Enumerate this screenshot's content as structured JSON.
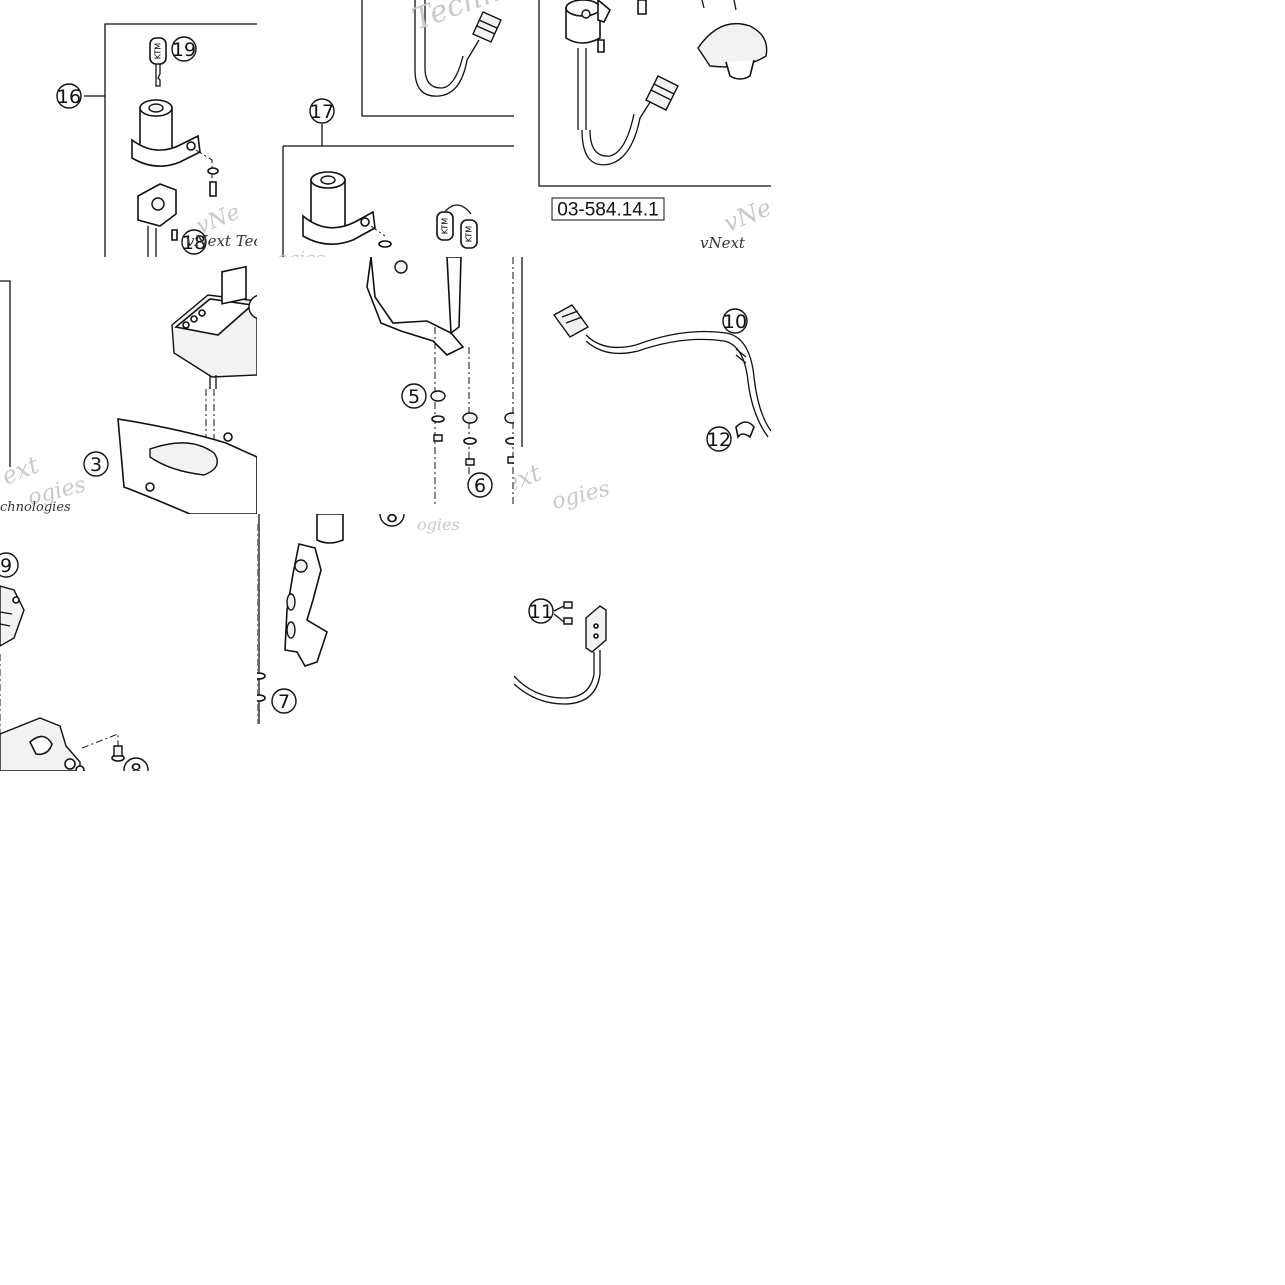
{
  "diagram": {
    "reference_code": "03-584.14.1",
    "watermark": {
      "brand": "vNext",
      "line1": "vNext Technologies",
      "fragment_text": "Techno",
      "fragment_ext": "ext",
      "fragment_gies": "ogies",
      "fragment_nologies": "chnologies",
      "fragment_vne": "vNe"
    },
    "key_brand_text": "KTM",
    "callouts": {
      "c16": "16",
      "c19": "19",
      "c18": "18",
      "c17": "17",
      "c3": "3",
      "c5": "5",
      "c6": "6",
      "c9": "9",
      "c10": "10",
      "c12": "12",
      "c11": "11",
      "c7": "7",
      "c8": "8"
    }
  }
}
